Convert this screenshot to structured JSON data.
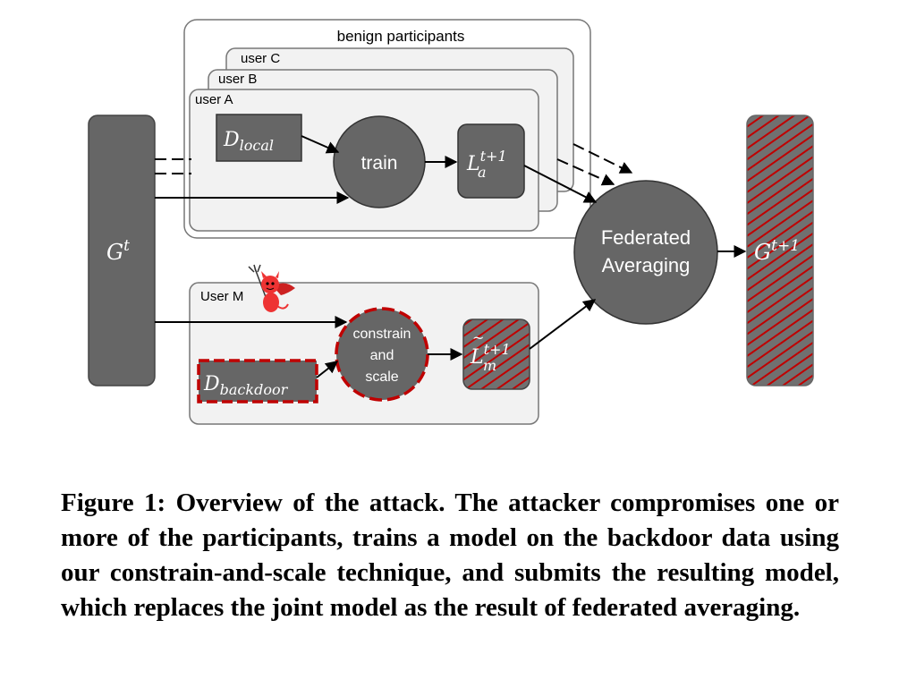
{
  "diagram": {
    "benign_group_label": "benign participants",
    "users": [
      "user C",
      "user B",
      "user A"
    ],
    "global_model": {
      "base": "G",
      "sup": "t"
    },
    "local_data": {
      "base": "D",
      "sub": "local"
    },
    "train_label": "train",
    "local_model": {
      "base": "L",
      "sub": "a",
      "sup": "t+1"
    },
    "aggregator": {
      "line1": "Federated",
      "line2": "Averaging"
    },
    "new_global": {
      "base": "G",
      "sup": "t+1"
    },
    "malicious_user_label": "User M",
    "devil_icon": "devil-emoji-icon",
    "backdoor_data": {
      "base": "D",
      "sub": "backdoor"
    },
    "constrain_label": {
      "line1": "constrain",
      "line2": "and",
      "line3": "scale"
    },
    "malicious_model": {
      "base": "L",
      "accent": "~",
      "sub": "m",
      "sup": "t+1"
    },
    "colors": {
      "node": "#666666",
      "panel": "#f2f2f2",
      "malicious": "#c00000"
    }
  },
  "caption": "Figure 1: Overview of the attack. The attacker compromises one or more of the participants, trains a model on the backdoor data using our constrain-and-scale technique, and submits the resulting model, which replaces the joint model as the result of federated averaging."
}
